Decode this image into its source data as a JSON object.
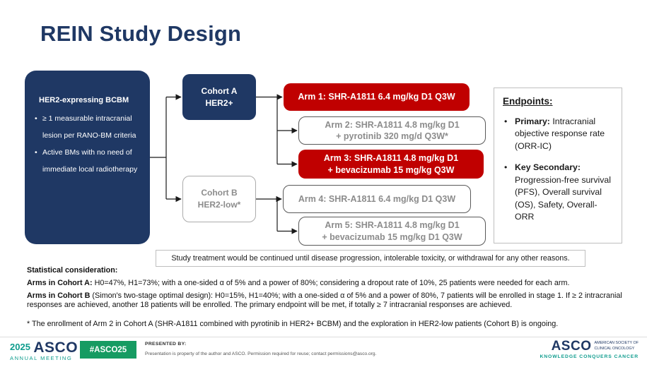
{
  "slide": {
    "title": "REIN Study Design"
  },
  "colors": {
    "navy": "#1F3864",
    "red": "#C00000",
    "gray_text": "#8C8C8C",
    "badge_green": "#169B62",
    "teal": "#0E9C8D"
  },
  "diagram": {
    "eligibility": {
      "title": "HER2-expressing BCBM",
      "bullets": [
        "≥ 1 measurable intracranial lesion per RANO-BM criteria",
        "Active BMs with no need of immediate local radiotherapy"
      ]
    },
    "cohort_a": {
      "line1": "Cohort A",
      "line2": "HER2+"
    },
    "cohort_b": {
      "line1": "Cohort B",
      "line2": "HER2-low*"
    },
    "arms": [
      {
        "line1": "Arm 1: SHR-A1811 6.4 mg/kg D1 Q3W",
        "line2": ""
      },
      {
        "line1": "Arm 2: SHR-A1811 4.8 mg/kg D1",
        "line2": "+ pyrotinib 320 mg/d Q3W*"
      },
      {
        "line1": "Arm 3: SHR-A1811 4.8 mg/kg D1",
        "line2": "+ bevacizumab 15 mg/kg Q3W"
      },
      {
        "line1": "Arm 4: SHR-A1811 6.4 mg/kg D1 Q3W",
        "line2": ""
      },
      {
        "line1": "Arm 5: SHR-A1811 4.8 mg/kg D1",
        "line2": "+ bevacizumab 15 mg/kg D1 Q3W"
      }
    ],
    "note": "Study treatment would be continued until disease progression, intolerable toxicity, or withdrawal for any other reasons."
  },
  "endpoints": {
    "heading": "Endpoints:",
    "items": [
      {
        "label": "Primary:",
        "text": " Intracranial objective response rate (ORR-IC)"
      },
      {
        "label": "Key Secondary:",
        "text": " Progression-free survival (PFS), Overall survival (OS), Safety, Overall-ORR"
      }
    ]
  },
  "stats": {
    "heading": "Statistical consideration:",
    "cohort_a_label": "Arms in Cohort A:",
    "cohort_a_text": " H0=47%, H1=73%; with a one-sided α of 5% and a power of 80%; considering a dropout rate of 10%, 25 patients were needed for each arm.",
    "cohort_b_label": "Arms in Cohort B",
    "cohort_b_text": " (Simon's two-stage optimal design): H0=15%, H1=40%; with a one-sided α of 5% and a power of 80%, 7 patients will be enrolled in stage 1. If ≥ 2 intracranial responses are achieved, another 18 patients will be enrolled. The primary endpoint will be met, if totally ≥ 7 intracranial responses are achieved.",
    "footnote": "* The enrollment of Arm 2 in Cohort A (SHR-A1811 combined with pyrotinib in HER2+ BCBM) and the exploration in HER2-low patients (Cohort B) is ongoing."
  },
  "footer": {
    "meeting_year": "2025",
    "meeting_name": "ASCO",
    "meeting_sub": "ANNUAL MEETING",
    "hashtag": "#ASCO25",
    "presented_by": "PRESENTED BY:",
    "permission": "Presentation is property of the author and ASCO. Permission required for reuse; contact permissions@asco.org.",
    "asco_logo": "ASCO",
    "asco_society_line1": "AMERICAN SOCIETY OF",
    "asco_society_line2": "CLINICAL ONCOLOGY",
    "asco_tagline": "KNOWLEDGE CONQUERS CANCER"
  }
}
